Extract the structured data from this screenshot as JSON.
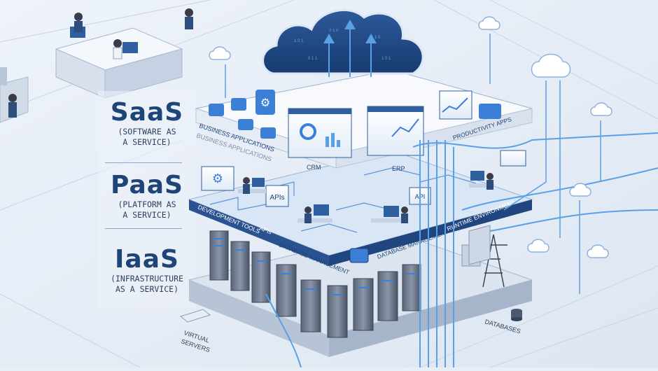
{
  "tiers": {
    "saas": {
      "title": "SaaS",
      "subtitle_line1": "(SOFTWARE AS",
      "subtitle_line2": "A SERVICE)"
    },
    "paas": {
      "title": "PaaS",
      "subtitle_line1": "(PLATFORM AS",
      "subtitle_line2": "A SERVICE)"
    },
    "iaas": {
      "title": "IaaS",
      "subtitle_line1": "(INFRASTRUCTURE",
      "subtitle_line2": "AS A SERVICE)"
    }
  },
  "saas_layer": {
    "business_apps": "BUSINESS APPLICATIONS",
    "business_apps_shadow": "BUSINESS APPLICATIONS",
    "crm": "CRM",
    "erp": "ERP",
    "productivity": "PRODUCTIVITY APPS"
  },
  "paas_layer": {
    "dev_tools": "DEVELOPMENT TOOLS",
    "apis": "APIs",
    "apis_screen": "APIs",
    "api_screen": "API",
    "db_mgmt": "DATABASE MANAGEMENT",
    "db_mgmt_2": "DATABASE MANAGEMENT",
    "runtime": "RUNTIME ENVIRONMENT"
  },
  "iaas_layer": {
    "virtual_servers_1": "VIRTUAL",
    "virtual_servers_2": "SERVERS",
    "databases": "DATABASES"
  },
  "colors": {
    "background": "#e8eef6",
    "accent": "#3c7fd6",
    "navy": "#1f4478",
    "flow": "#5aa0e6"
  }
}
